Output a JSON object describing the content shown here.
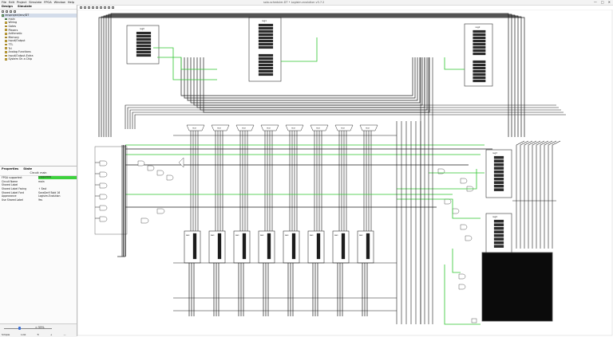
{
  "window": {
    "title": "solo-scheduler-DT • Logisim-evolution v3.7.2",
    "controls": [
      "—",
      "□",
      "✕"
    ]
  },
  "menu": [
    "File",
    "Edit",
    "Project",
    "Simulate",
    "FPGA",
    "Window",
    "Help"
  ],
  "sidebar": {
    "tabs": [
      "Design",
      "Simulate"
    ],
    "tree": [
      {
        "label": "ecvproject/ecv/DT",
        "type": "component",
        "level": 0,
        "selected": true
      },
      {
        "label": "main",
        "type": "component",
        "level": 1,
        "selected": false
      },
      {
        "label": "Wiring",
        "type": "folder",
        "level": 1,
        "selected": false
      },
      {
        "label": "Gates",
        "type": "folder",
        "level": 1,
        "selected": false
      },
      {
        "label": "Plexers",
        "type": "folder",
        "level": 1,
        "selected": false
      },
      {
        "label": "Arithmetic",
        "type": "folder",
        "level": 1,
        "selected": false
      },
      {
        "label": "Memory",
        "type": "folder",
        "level": 1,
        "selected": false
      },
      {
        "label": "Input/Output",
        "type": "folder",
        "level": 1,
        "selected": false
      },
      {
        "label": "TTL",
        "type": "folder",
        "level": 1,
        "selected": false
      },
      {
        "label": "Tcl",
        "type": "folder",
        "level": 1,
        "selected": false
      },
      {
        "label": "Analog Functions",
        "type": "folder",
        "level": 1,
        "selected": false
      },
      {
        "label": "Input/Output-Extra",
        "type": "folder",
        "level": 1,
        "selected": false
      },
      {
        "label": "System On a Chip",
        "type": "folder",
        "level": 1,
        "selected": false
      }
    ]
  },
  "properties": {
    "tabs": [
      "Properties",
      "State"
    ],
    "header": "Circuit: main",
    "rows": [
      {
        "key": "FPGA supported:",
        "value": "Supported",
        "highlight": true
      },
      {
        "key": "Circuit Name",
        "value": "main",
        "highlight": false
      },
      {
        "key": "Shared Label",
        "value": "",
        "highlight": false
      },
      {
        "key": "Shared Label Facing",
        "value": "↑ East",
        "highlight": false
      },
      {
        "key": "Shared Label Font",
        "value": "SansSerif Bold 16",
        "highlight": false
      },
      {
        "key": "Appearance",
        "value": "Logisim-Evolution",
        "highlight": false
      },
      {
        "key": "Use Shared Label",
        "value": "Yes",
        "highlight": false
      }
    ]
  },
  "zoom": {
    "value_label": "≈ 55%",
    "level": 0.32,
    "footer": [
      "Simple",
      "Link",
      "↻",
      "+",
      "—"
    ]
  },
  "canvas": {
    "register_labels": [
      "reg0",
      "reg1",
      "reg2",
      "reg3",
      "reg4"
    ],
    "mux_label": "mux",
    "ram_label": "RAM"
  },
  "colors": {
    "wire_active": "#2ec52e",
    "wire_default": "#1b1b1b",
    "component_border": "#333333",
    "display_fill": "#0b0b0b",
    "highlight": "#3dd13d"
  }
}
